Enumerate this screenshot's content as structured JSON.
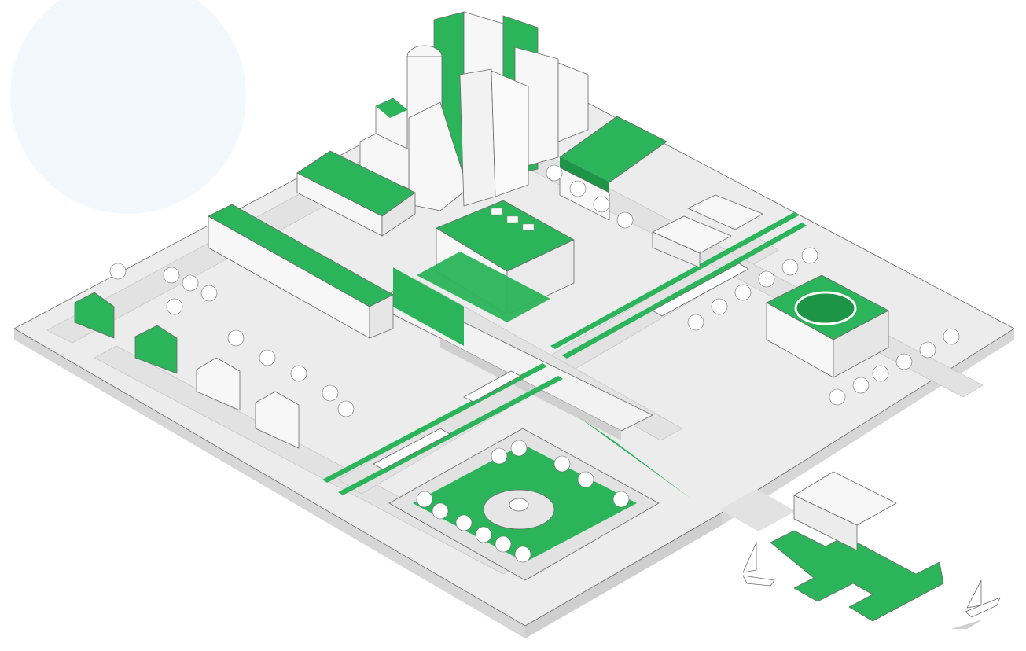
{
  "colors": {
    "accent": "#2bb45a",
    "accent_dark": "#1e9447",
    "ground_top": "#ececec",
    "ground_side": "#d7d7d7",
    "road": "#e2e2e2",
    "building": "#f7f7f7",
    "outline": "#6a6a6a",
    "sun": "#f2f8fb",
    "water_shadow": "#cfcfcf"
  },
  "elements": [
    "sun",
    "city-base",
    "skyscraper-cluster",
    "warehouse",
    "factory",
    "gas-station",
    "terraced-houses",
    "detached-houses",
    "overpass-bridge",
    "tram-lines",
    "apartment-blocks",
    "stadium",
    "parking-lot",
    "town-park",
    "fountain",
    "marina-pier",
    "sailboats"
  ]
}
